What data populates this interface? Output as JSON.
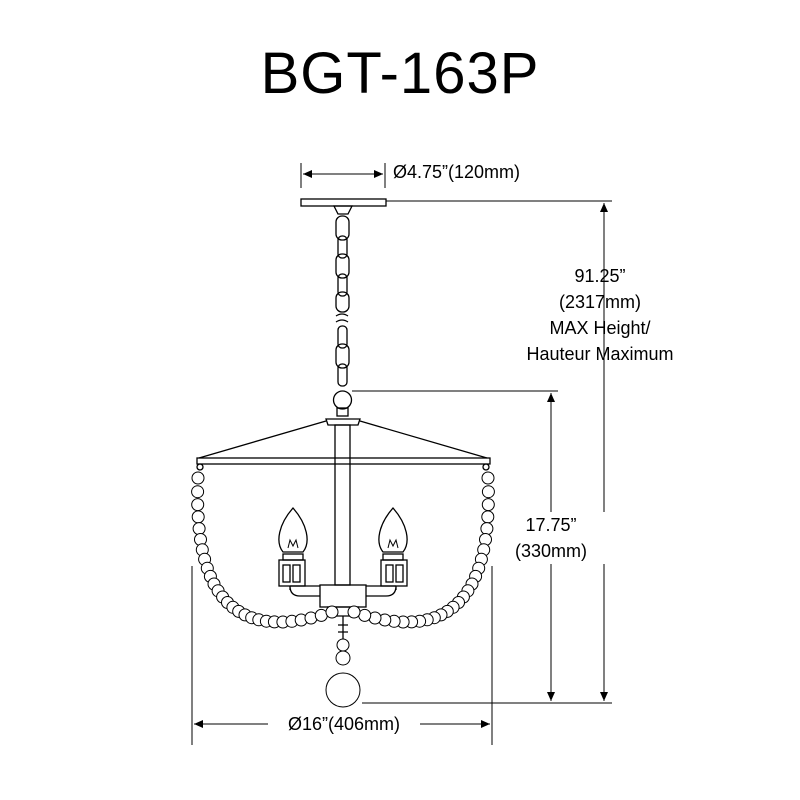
{
  "title": "BGT-163P",
  "dimensions": {
    "canopy_diameter": "Ø4.75”(120mm)",
    "max_height_value": "91.25”",
    "max_height_mm": "(2317mm)",
    "max_height_label_en": "MAX Height/",
    "max_height_label_fr": "Hauteur Maximum",
    "body_height_value": "17.75”",
    "body_height_mm": "(330mm)",
    "width_diameter": "Ø16”(406mm)"
  }
}
